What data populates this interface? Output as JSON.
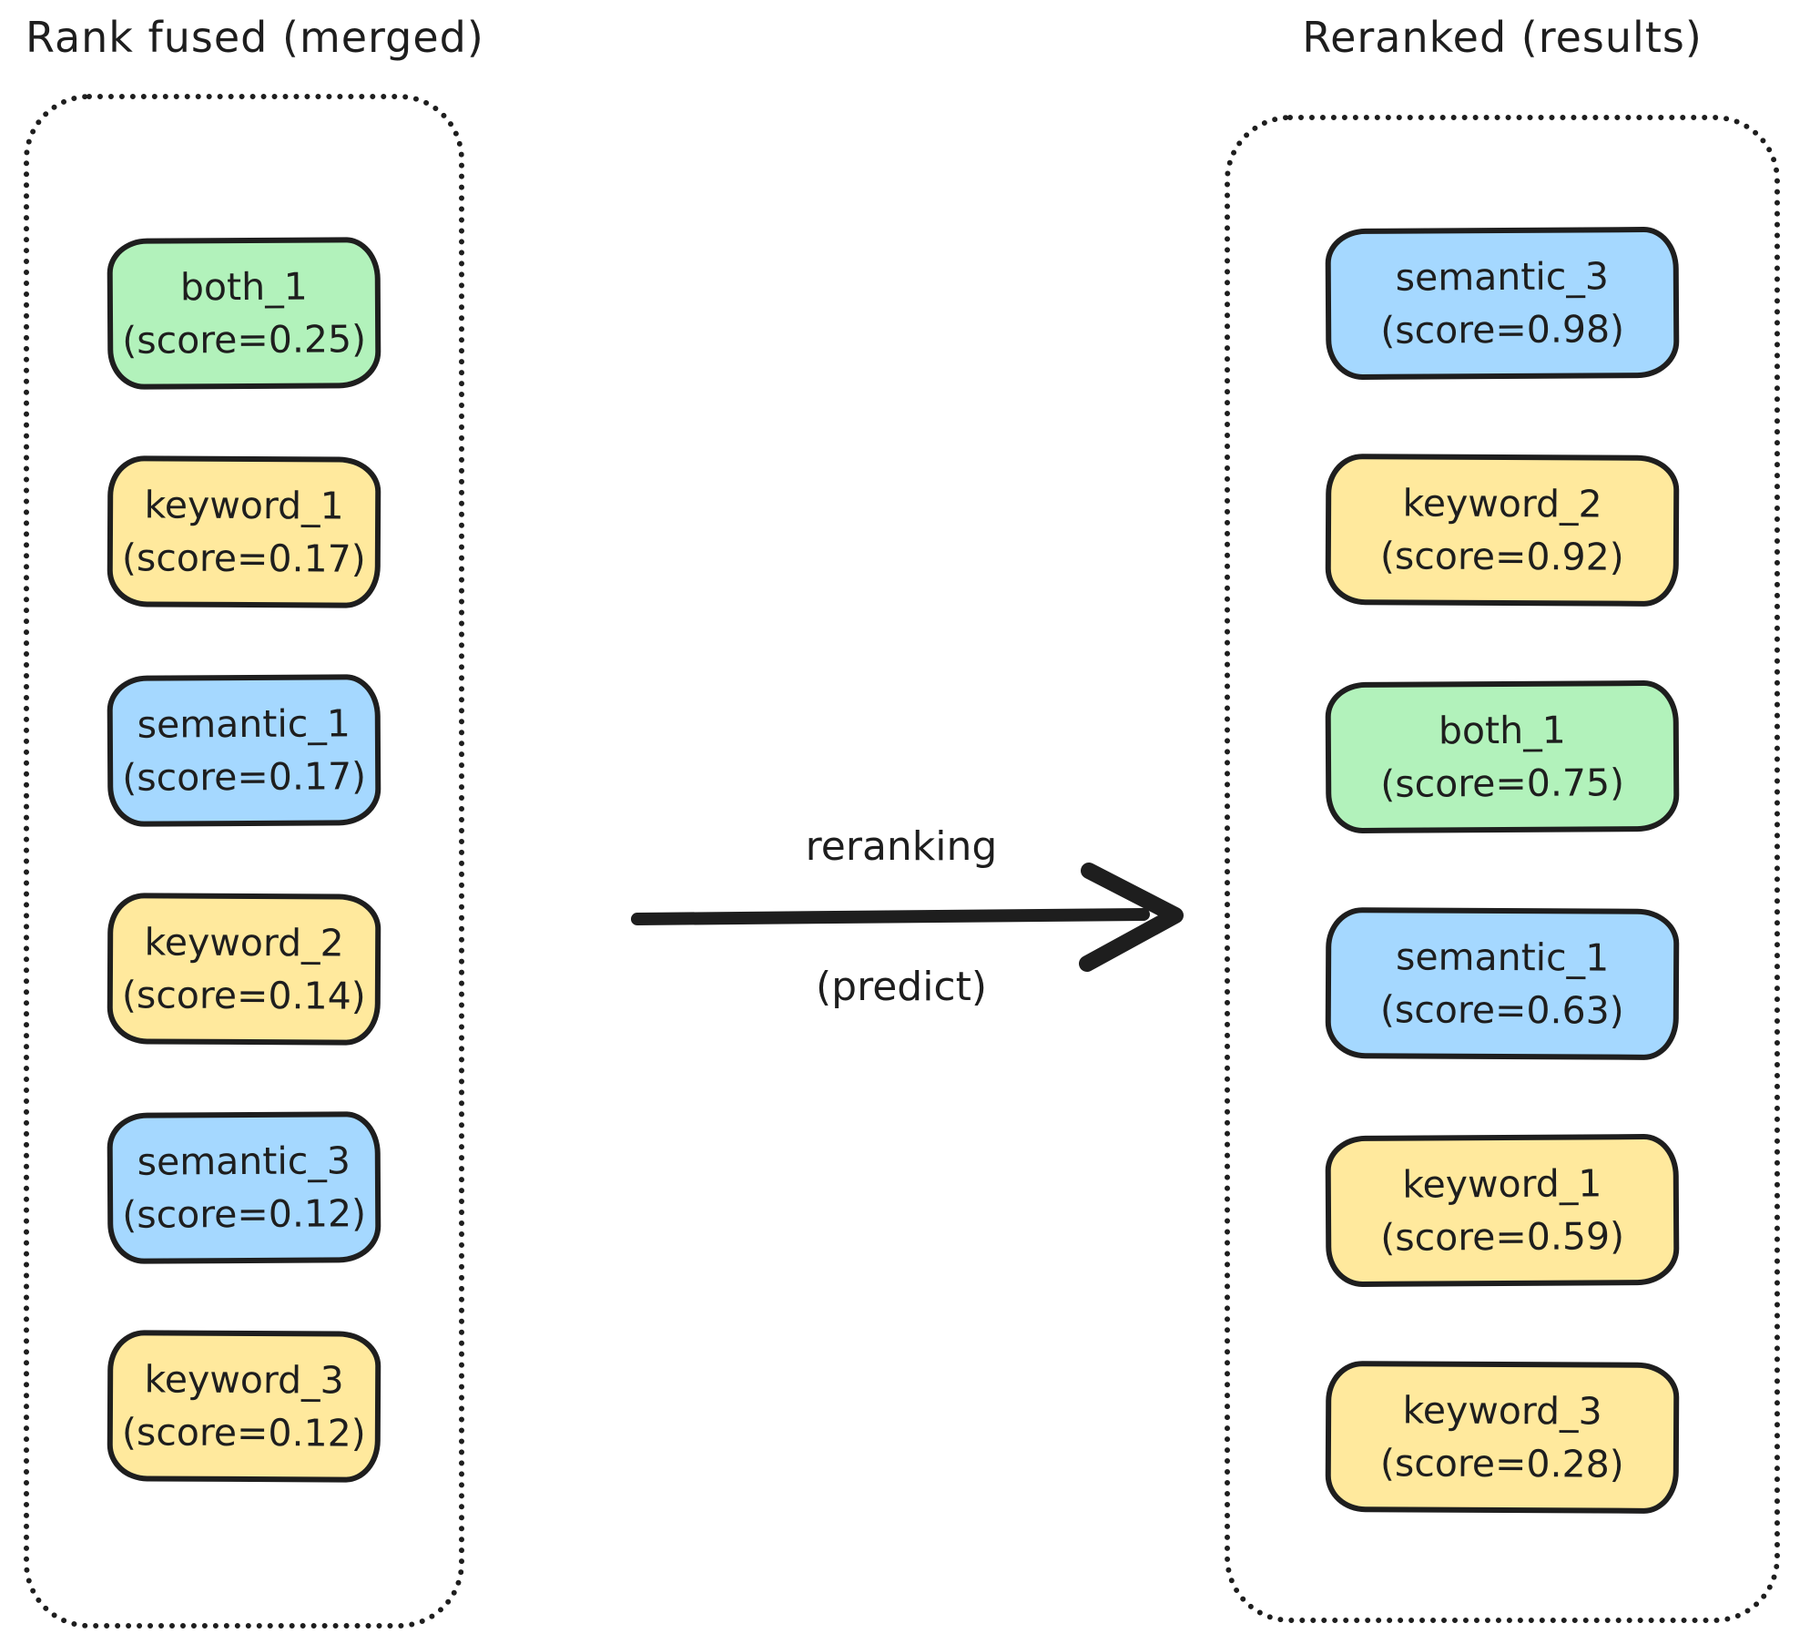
{
  "left_panel": {
    "title": "Rank fused (merged)",
    "items": [
      {
        "label": "both_1",
        "score": "(score=0.25)",
        "color": "green"
      },
      {
        "label": "keyword_1",
        "score": "(score=0.17)",
        "color": "yellow"
      },
      {
        "label": "semantic_1",
        "score": "(score=0.17)",
        "color": "blue"
      },
      {
        "label": "keyword_2",
        "score": "(score=0.14)",
        "color": "yellow"
      },
      {
        "label": "semantic_3",
        "score": "(score=0.12)",
        "color": "blue"
      },
      {
        "label": "keyword_3",
        "score": "(score=0.12)",
        "color": "yellow"
      }
    ]
  },
  "arrow": {
    "top_label": "reranking",
    "bottom_label": "(predict)"
  },
  "right_panel": {
    "title": "Reranked (results)",
    "items": [
      {
        "label": "semantic_3",
        "score": "(score=0.98)",
        "color": "blue"
      },
      {
        "label": "keyword_2",
        "score": "(score=0.92)",
        "color": "yellow"
      },
      {
        "label": "both_1",
        "score": "(score=0.75)",
        "color": "green"
      },
      {
        "label": "semantic_1",
        "score": "(score=0.63)",
        "color": "blue"
      },
      {
        "label": "keyword_1",
        "score": "(score=0.59)",
        "color": "yellow"
      },
      {
        "label": "keyword_3",
        "score": "(score=0.28)",
        "color": "yellow"
      }
    ]
  },
  "colors": {
    "green": "#b2f2bb",
    "yellow": "#ffe99d",
    "blue": "#a5d8ff",
    "stroke": "#1e1e1e",
    "background": "#ffffff"
  }
}
